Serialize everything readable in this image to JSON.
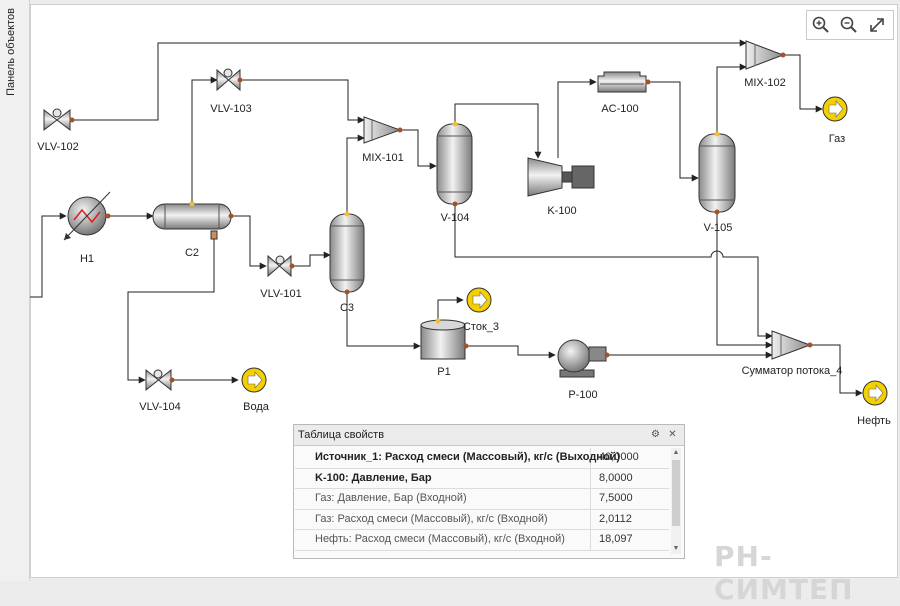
{
  "side_panel": {
    "label": "Панель объектов"
  },
  "zoom": {
    "icons": [
      "zoom-in-icon",
      "zoom-out-icon",
      "fullscreen-icon"
    ]
  },
  "labels": {
    "vlv102": "VLV-102",
    "vlv103": "VLV-103",
    "h1": "H1",
    "c2": "C2",
    "vlv101": "VLV-101",
    "c3": "C3",
    "mix101": "MIX-101",
    "v104": "V-104",
    "ac100": "AC-100",
    "k100": "K-100",
    "v105": "V-105",
    "mix102": "MIX-102",
    "gas": "Газ",
    "stock3": "Сток_3",
    "p1": "P1",
    "p100": "P-100",
    "summator": "Сумматор потока_4",
    "oil": "Нефть",
    "vlv104": "VLV-104",
    "water": "Вода"
  },
  "props_table": {
    "title": "Таблица свойств",
    "rows": [
      {
        "name": "Источник_1: Расход смеси (Массовый), кг/с (Выходной)",
        "value": "40,0000",
        "bold": true
      },
      {
        "name": "K-100: Давление, Бар",
        "value": "8,0000",
        "bold": true
      },
      {
        "name": "Газ: Давление, Бар (Входной)",
        "value": "7,5000",
        "bold": false
      },
      {
        "name": "Газ: Расход смеси (Массовый), кг/с (Входной)",
        "value": "2,0112",
        "bold": false
      },
      {
        "name": "Нефть: Расход смеси (Массовый), кг/с (Входной)",
        "value": "18,097",
        "bold": false
      }
    ]
  },
  "brand": "РН-СИМТЕП",
  "colors": {
    "port": "#a0522d",
    "port_top": "#f2c037",
    "sink": "#f5d000"
  }
}
